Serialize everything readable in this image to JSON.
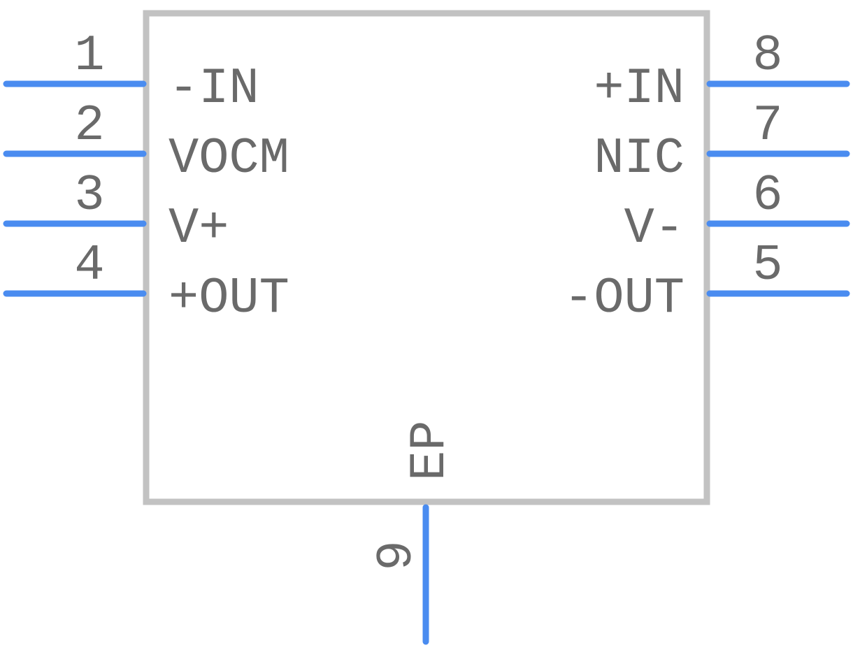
{
  "component": {
    "colors": {
      "pin": "#4a8cf0",
      "outline": "#c2c2c2",
      "text": "#6a6a6a",
      "background": "#ffffff"
    },
    "pins_left": [
      {
        "number": "1",
        "name": "-IN"
      },
      {
        "number": "2",
        "name": "VOCM"
      },
      {
        "number": "3",
        "name": "V+"
      },
      {
        "number": "4",
        "name": "+OUT"
      }
    ],
    "pins_right": [
      {
        "number": "8",
        "name": "+IN"
      },
      {
        "number": "7",
        "name": "NIC"
      },
      {
        "number": "6",
        "name": "V-"
      },
      {
        "number": "5",
        "name": "-OUT"
      }
    ],
    "pin_bottom": {
      "number": "9",
      "name": "EP"
    }
  }
}
